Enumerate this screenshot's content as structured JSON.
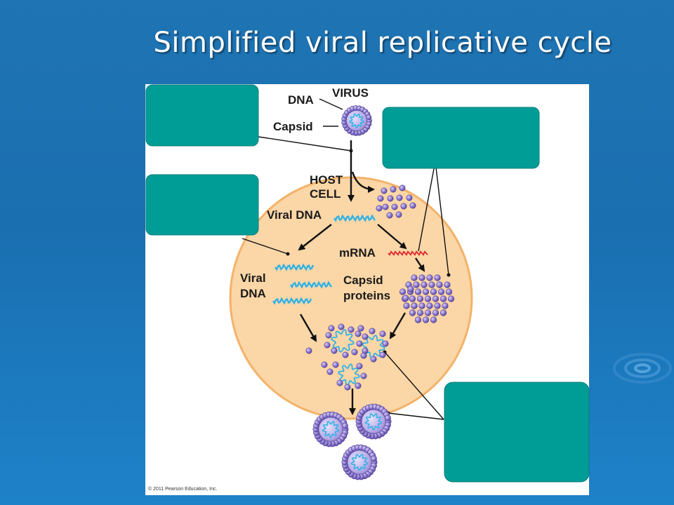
{
  "slide": {
    "title": "Simplified viral replicative cycle"
  },
  "diagram": {
    "labels": {
      "dna_top": "DNA",
      "virus": "VIRUS",
      "capsid": "Capsid",
      "host": "HOST",
      "cell": "CELL",
      "viral_dna_1": "Viral DNA",
      "mrna": "mRNA",
      "viral": "Viral",
      "dna_left": "DNA",
      "capsid_word": "Capsid",
      "proteins": "proteins"
    },
    "copyright": "© 2011 Pearson Education, Inc."
  },
  "colors": {
    "background": "#1a6fb0",
    "teal_box": "#009c96",
    "cell_fill": "#fbd6a7",
    "cell_stroke": "#f3b36a",
    "dna": "#2fb3e6",
    "mrna": "#e2262b",
    "capsid_protein": "#8f7cd0"
  }
}
